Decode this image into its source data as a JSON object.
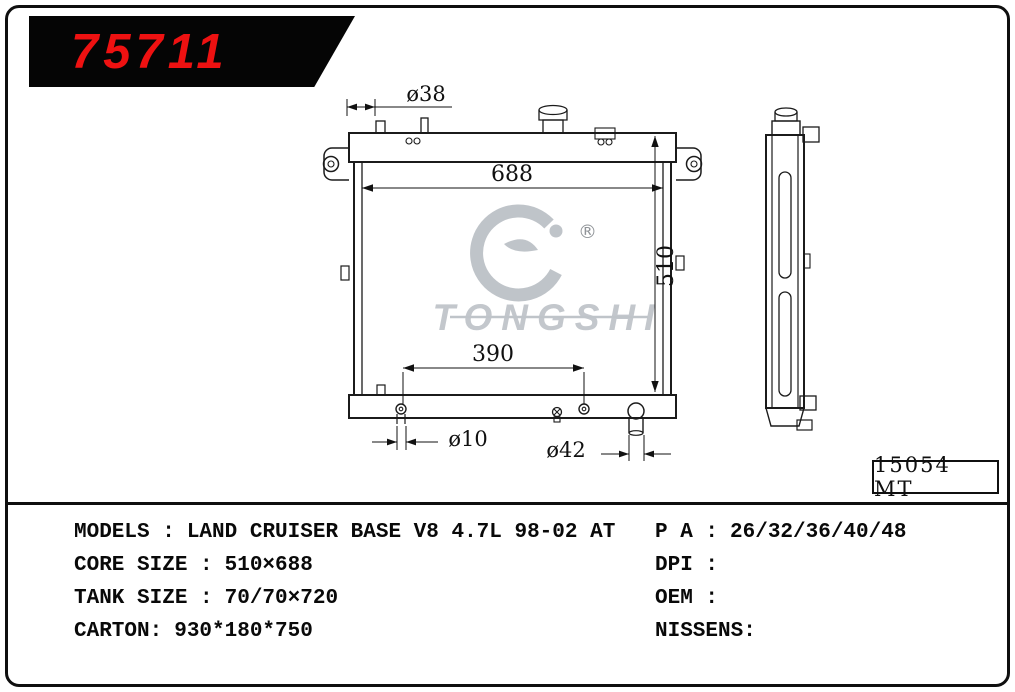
{
  "page": {
    "background": "#ffffff",
    "border_color": "#0f0f0f",
    "accent_red": "#ee1111",
    "watermark_gray": "#b9bec4"
  },
  "badge": {
    "part_number": "75711"
  },
  "stamp": {
    "code": "15054 MT"
  },
  "watermark": {
    "brand": "TONGSHI",
    "registered": "®"
  },
  "drawing": {
    "dims": {
      "top_diameter": "ø38",
      "core_width": "688",
      "core_height": "510",
      "pin_span": "390",
      "pin_diameter": "ø10",
      "outlet_diameter": "ø42"
    }
  },
  "specs": {
    "left": [
      {
        "label": "MODELS :",
        "value": "LAND CRUISER BASE V8 4.7L 98-02 AT"
      },
      {
        "label": "CORE SIZE :",
        "value": "510×688"
      },
      {
        "label": "TANK SIZE :",
        "value": "70/70×720"
      },
      {
        "label": "CARTON:",
        "value": "930*180*750"
      }
    ],
    "right": [
      {
        "label": "P A :",
        "value": "26/32/36/40/48"
      },
      {
        "label": "DPI :",
        "value": ""
      },
      {
        "label": "OEM :",
        "value": ""
      },
      {
        "label": "NISSENS:",
        "value": ""
      }
    ]
  }
}
